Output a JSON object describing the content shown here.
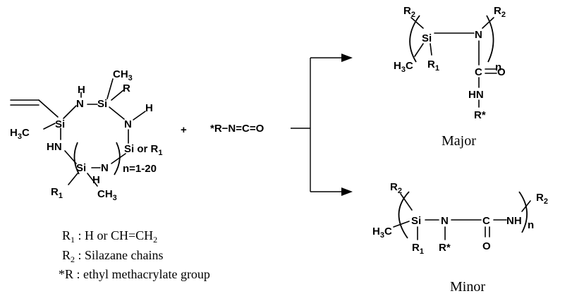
{
  "reactant": {
    "ring": {
      "nh_top": "H",
      "n_top": "N",
      "si_top": "Si",
      "ch3_top": "CH",
      "ch3_top_sub": "3",
      "r_top": "R",
      "n_right": "N",
      "h_right": "H",
      "si_left": "Si",
      "h3c_left": "H",
      "h3c_left_sub": "3",
      "h3c_left_c": "C",
      "hn_left": "HN",
      "si_right": "Si or R",
      "si_right_sub": "1",
      "n_repeat": "n=1-20",
      "si_bottom": "Si",
      "nh_bottom_n": "N",
      "nh_bottom_h": "H",
      "r1_bottom": "R",
      "r1_bottom_sub": "1",
      "ch3_bottom": "CH",
      "ch3_bottom_sub": "3"
    },
    "plus": "+",
    "isocyanate": "*R−N=C=O"
  },
  "legend": {
    "r1_label": "R",
    "r1_sub": "1",
    "r1_text": " : H or CH=CH",
    "r1_text_sub": "2",
    "r2_label": "R",
    "r2_sub": "2",
    "r2_text": " : Silazane chains",
    "r_label": "*R : ethyl methacrylate group"
  },
  "major": {
    "caption": "Major",
    "r2_left": "R",
    "r2_left_sub": "2",
    "si": "Si",
    "n": "N",
    "r2_right": "R",
    "r2_right_sub": "2",
    "n_sub": "n",
    "h3c": "H",
    "h3c_sub": "3",
    "h3c_c": "C",
    "r1": "R",
    "r1_sub": "1",
    "c": "C",
    "o": "O",
    "hn": "HN",
    "rstar": "R*"
  },
  "minor": {
    "caption": "Minor",
    "r2_left": "R",
    "r2_left_sub": "2",
    "h3c": "H",
    "h3c_sub": "3",
    "h3c_c": "C",
    "si": "Si",
    "n": "N",
    "c": "C",
    "nh": "NH",
    "n_sub": "n",
    "r2_right": "R",
    "r2_right_sub": "2",
    "r1": "R",
    "r1_sub": "1",
    "rstar": "R*",
    "o": "O"
  }
}
